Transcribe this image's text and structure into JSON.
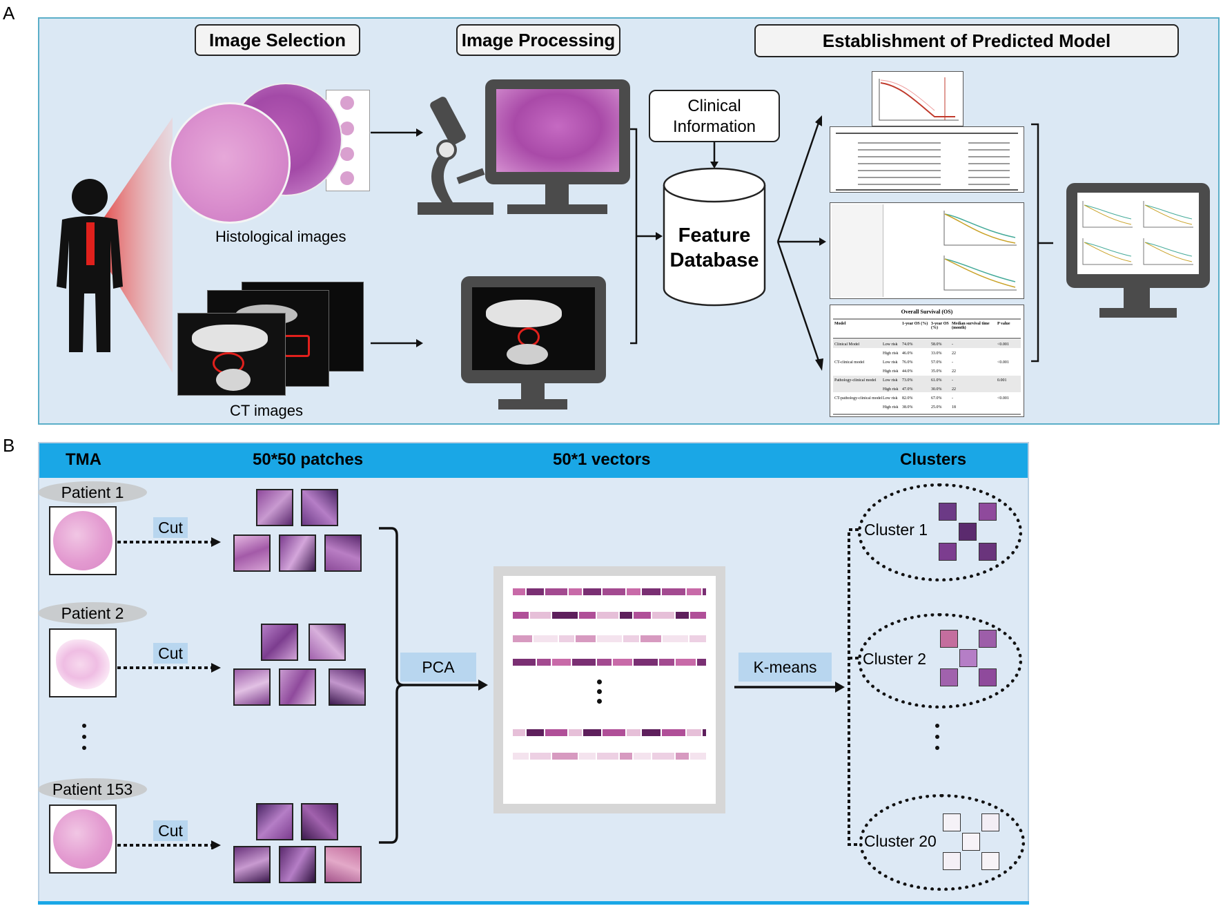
{
  "panels": {
    "a_letter": "A",
    "b_letter": "B"
  },
  "panel_a": {
    "steps": {
      "selection": "Image Selection",
      "processing": "Image Processing",
      "model": "Establishment of Predicted Model"
    },
    "histological_label": "Histological images",
    "ct_label": "CT images",
    "clinical_line1": "Clinical",
    "clinical_line2": "Information",
    "feature_line1": "Feature",
    "feature_line2": "Database",
    "table_title": "Overall Survival (OS)",
    "table_headers": [
      "Model",
      "1-year OS (%)",
      "3-year OS (%)",
      "Median survival time (month)",
      "P value"
    ],
    "table_rows": [
      [
        "Clinical Model",
        "Low risk",
        "74.0%",
        "58.0%",
        "-",
        "<0.001"
      ],
      [
        "",
        "High risk",
        "46.0%",
        "33.0%",
        "22",
        ""
      ],
      [
        "CT-clinical model",
        "Low risk",
        "76.0%",
        "57.0%",
        "-",
        "<0.001"
      ],
      [
        "",
        "High risk",
        "44.0%",
        "35.0%",
        "22",
        ""
      ],
      [
        "Pathology-clinical model",
        "Low risk",
        "73.0%",
        "61.0%",
        "-",
        "0.001"
      ],
      [
        "",
        "High risk",
        "47.0%",
        "30.0%",
        "22",
        ""
      ],
      [
        "CT-pathology-clinical model",
        "Low risk",
        "82.0%",
        "67.0%",
        "-",
        "<0.001"
      ],
      [
        "",
        "High risk",
        "38.0%",
        "25.0%",
        "18",
        ""
      ]
    ]
  },
  "panel_b": {
    "headers": {
      "tma": "TMA",
      "patches": "50*50 patches",
      "vectors": "50*1 vectors",
      "clusters": "Clusters"
    },
    "patients": [
      "Patient 1",
      "Patient 2",
      "Patient 153"
    ],
    "cut_label": "Cut",
    "pca_label": "PCA",
    "kmeans_label": "K-means",
    "clusters": [
      "Cluster 1",
      "Cluster 2",
      "Cluster 20"
    ]
  },
  "colors": {
    "panel_a_bg": "#dbe8f4",
    "panel_b_bg": "#dde9f5",
    "header_bar": "#1aa7e6",
    "tag_bg": "#b8d6ef",
    "he_purple": "#9b4fa3",
    "he_pink": "#e39ad0",
    "ct_ring": "#e0201c"
  },
  "icons": [
    "person-icon",
    "microscope-icon",
    "monitor-icon",
    "database-cylinder-icon"
  ]
}
